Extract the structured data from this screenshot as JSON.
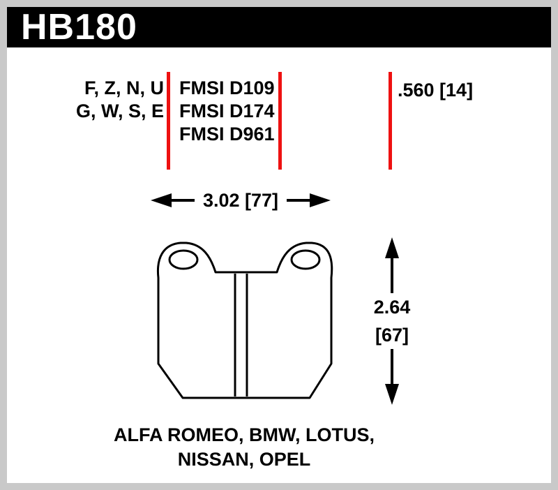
{
  "colors": {
    "border": "#c9c9c9",
    "header_bg": "#000000",
    "header_text": "#ffffff",
    "red": "#ee1111",
    "ink": "#000000"
  },
  "header": {
    "part_number": "HB180"
  },
  "specs": {
    "compounds": [
      "F, Z, N, U",
      "G, W, S, E"
    ],
    "fmsi": [
      "FMSI D109",
      "FMSI D174",
      "FMSI D961"
    ],
    "pad_thickness": ".560 [14]"
  },
  "dimensions": {
    "width": "3.02 [77]",
    "height_in": "2.64",
    "height_mm": "[67]"
  },
  "applications": [
    "ALFA ROMEO, BMW, LOTUS,",
    "NISSAN, OPEL"
  ]
}
